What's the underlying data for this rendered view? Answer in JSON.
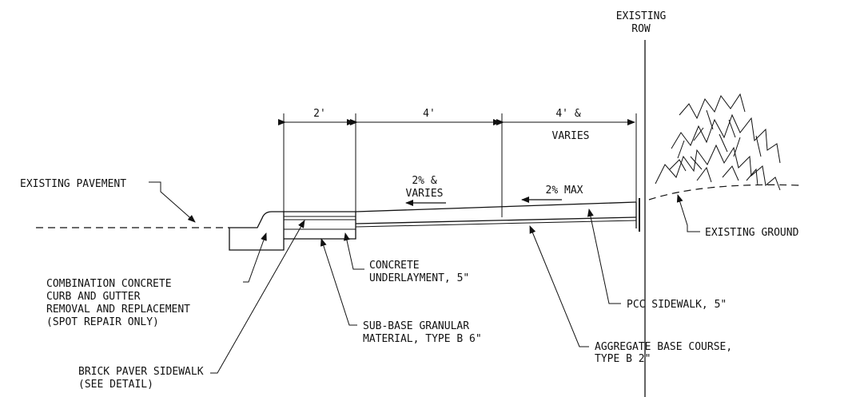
{
  "labels": {
    "existing_row_1": "EXISTING",
    "existing_row_2": "ROW",
    "dim_2ft": "2'",
    "dim_4ft": "4'",
    "dim_4ft_and": "4' &",
    "dim_varies": "VARIES",
    "existing_pavement": "EXISTING PAVEMENT",
    "slope_2pct_1": "2% &",
    "slope_2pct_2": "VARIES",
    "slope_2pct_max": "2% MAX",
    "existing_ground": "EXISTING GROUND",
    "concrete_underlayment_1": "CONCRETE",
    "concrete_underlayment_2": "UNDERLAYMENT, 5\"",
    "combination_curb_1": "COMBINATION CONCRETE",
    "combination_curb_2": "CURB AND GUTTER",
    "combination_curb_3": "REMOVAL AND REPLACEMENT",
    "combination_curb_4": "(SPOT REPAIR ONLY)",
    "pcc_sidewalk": "PCC SIDEWALK, 5\"",
    "subbase_1": "SUB-BASE GRANULAR",
    "subbase_2": "MATERIAL, TYPE B 6\"",
    "aggregate_1": "AGGREGATE BASE COURSE,",
    "aggregate_2": "TYPE B 2\"",
    "brick_paver_1": "BRICK PAVER SIDEWALK",
    "brick_paver_2": "(SEE DETAIL)"
  }
}
